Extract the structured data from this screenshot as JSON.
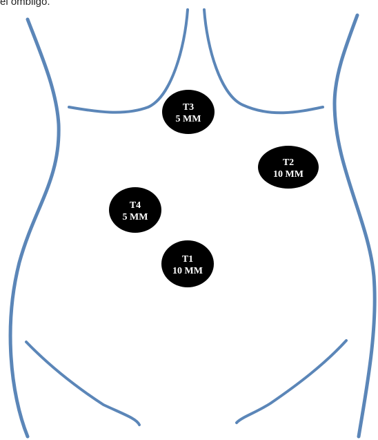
{
  "caption": "el ombligo.",
  "colors": {
    "outline": "#5b86b8",
    "port_fill": "#000000",
    "port_text": "#ffffff"
  },
  "ports": [
    {
      "id": "t3",
      "name": "T3",
      "size": "5 MM"
    },
    {
      "id": "t2",
      "name": "T2",
      "size": "10 MM"
    },
    {
      "id": "t4",
      "name": "T4",
      "size": "5 MM"
    },
    {
      "id": "t1",
      "name": "T1",
      "size": "10 MM"
    }
  ]
}
